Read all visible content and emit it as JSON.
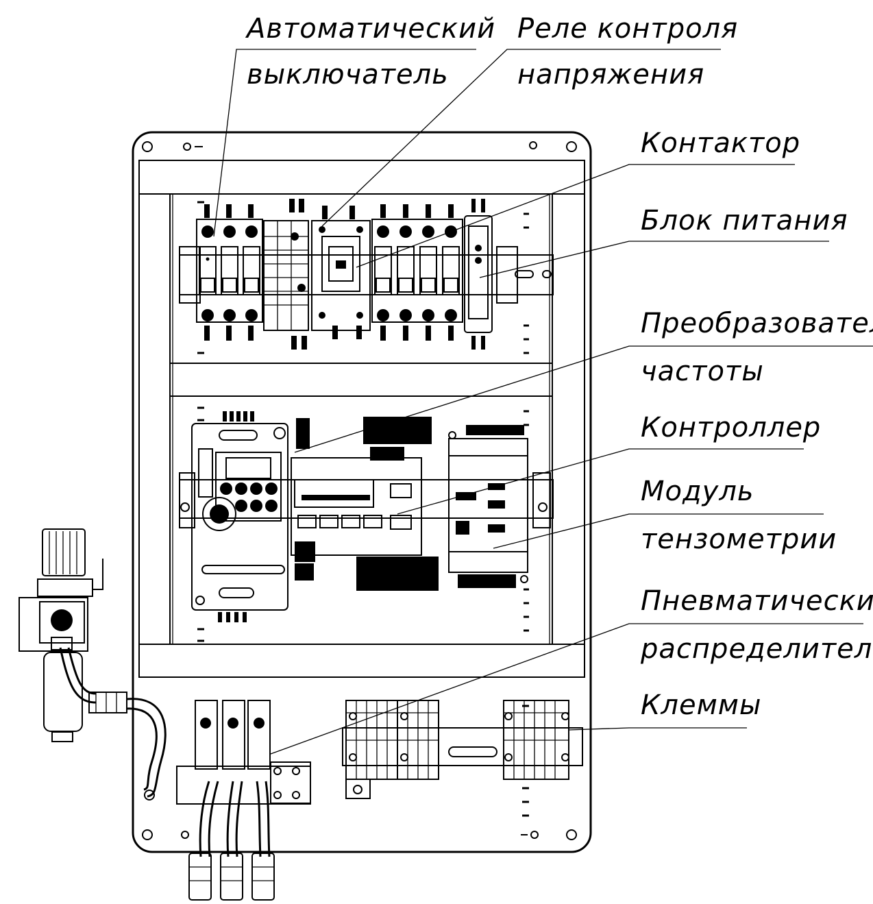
{
  "labels": {
    "breaker": [
      "Автоматический",
      "выключатель"
    ],
    "voltage_relay": [
      "Реле контроля",
      "напряжения"
    ],
    "contactor": [
      "Контактор"
    ],
    "power_supply": [
      "Блок питания"
    ],
    "frequency_converter": [
      "Преобразователь",
      "частоты"
    ],
    "controller": [
      "Контроллер"
    ],
    "strain_module": [
      "Модуль",
      "тензометрии"
    ],
    "pneumatic_distributor": [
      "Пневматический",
      "распределитель"
    ],
    "terminals": [
      "Клеммы"
    ]
  }
}
